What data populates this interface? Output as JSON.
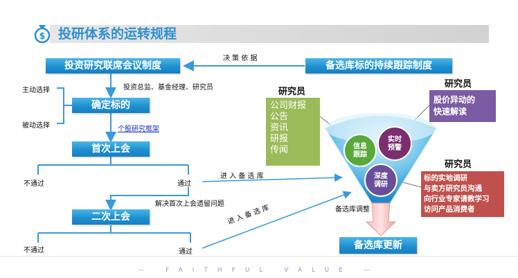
{
  "header": {
    "title": "投研体系的运转规程"
  },
  "boxes": {
    "joint_meeting": "投资研究联席会议制度",
    "tracking": "备选库标的持续跟踪制度",
    "determine": "确定标的",
    "first_meeting": "首次上会",
    "second_meeting": "二次上会",
    "update": "备选库更新"
  },
  "labels": {
    "decision_basis": "决 策 依 据",
    "participants": "投资总监、基金经理、研究员",
    "active": "主动选择",
    "passive": "被动选择",
    "framework_link": "个股研究框架",
    "fail_1": "不通过",
    "pass_1": "通过",
    "enter_pool_1": "进 入 备 选 库",
    "resolve": "解决首次上会遗留问题",
    "pool_adjust": "备选库调整",
    "fail_2": "不通过",
    "pass_2": "通过",
    "enter_pool_2": "进 入 备 选 库"
  },
  "researchers": {
    "left": {
      "role": "研究员",
      "items": [
        "公司财报",
        "公告",
        "资讯",
        "研报",
        "传闻"
      ]
    },
    "top_right": {
      "role": "研究员",
      "lines": [
        "股价异动的",
        "快速解读"
      ]
    },
    "bottom_right": {
      "role": "研究员",
      "lines": [
        "标的实地调研",
        "与卖方研究员沟通",
        "向行业专家请教学习",
        "访问产品消费者"
      ]
    }
  },
  "funnel": {
    "info_filter": [
      "信息",
      "跟踪"
    ],
    "realtime_alert": [
      "实时",
      "预警"
    ],
    "deep_research": [
      "深度",
      "调研"
    ]
  },
  "footer": {
    "text": "— FAITHFUL VALUE —"
  },
  "colors": {
    "blue": "#1f8fd0",
    "green": "#9bbb59",
    "purple": "#7b5ba3",
    "red": "#c0504d",
    "title": "#2f8fd3"
  }
}
